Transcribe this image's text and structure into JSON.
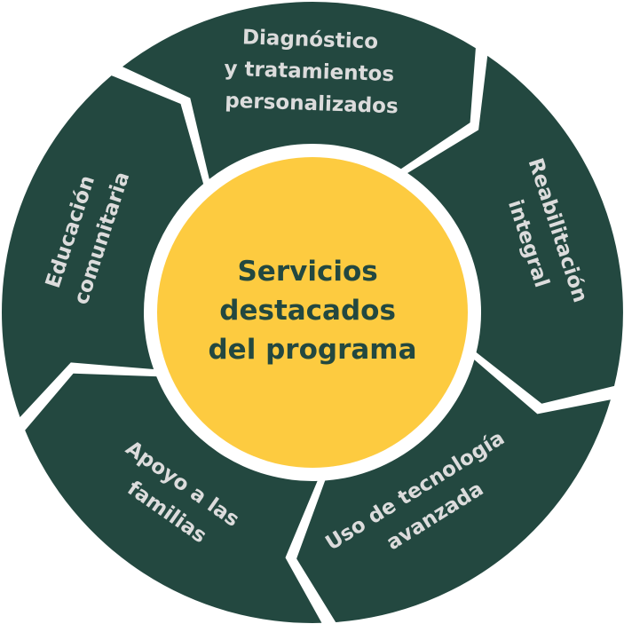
{
  "colors": {
    "segment": "#234840",
    "center": "#FDCB40",
    "label": "#dcdcdc",
    "center_text": "#234840"
  },
  "center": {
    "lines": [
      "Servicios",
      "destacados",
      "del programa"
    ]
  },
  "segments": [
    {
      "lines": [
        "Diagnóstico",
        "y tratamientos",
        "personalizados"
      ]
    },
    {
      "lines": [
        "Reabilitación",
        "integral"
      ]
    },
    {
      "lines": [
        "Uso de tecnología",
        "avanzada"
      ]
    },
    {
      "lines": [
        "Apoyo a las",
        "familias"
      ]
    },
    {
      "lines": [
        "Educación",
        "comunitaria"
      ]
    }
  ]
}
